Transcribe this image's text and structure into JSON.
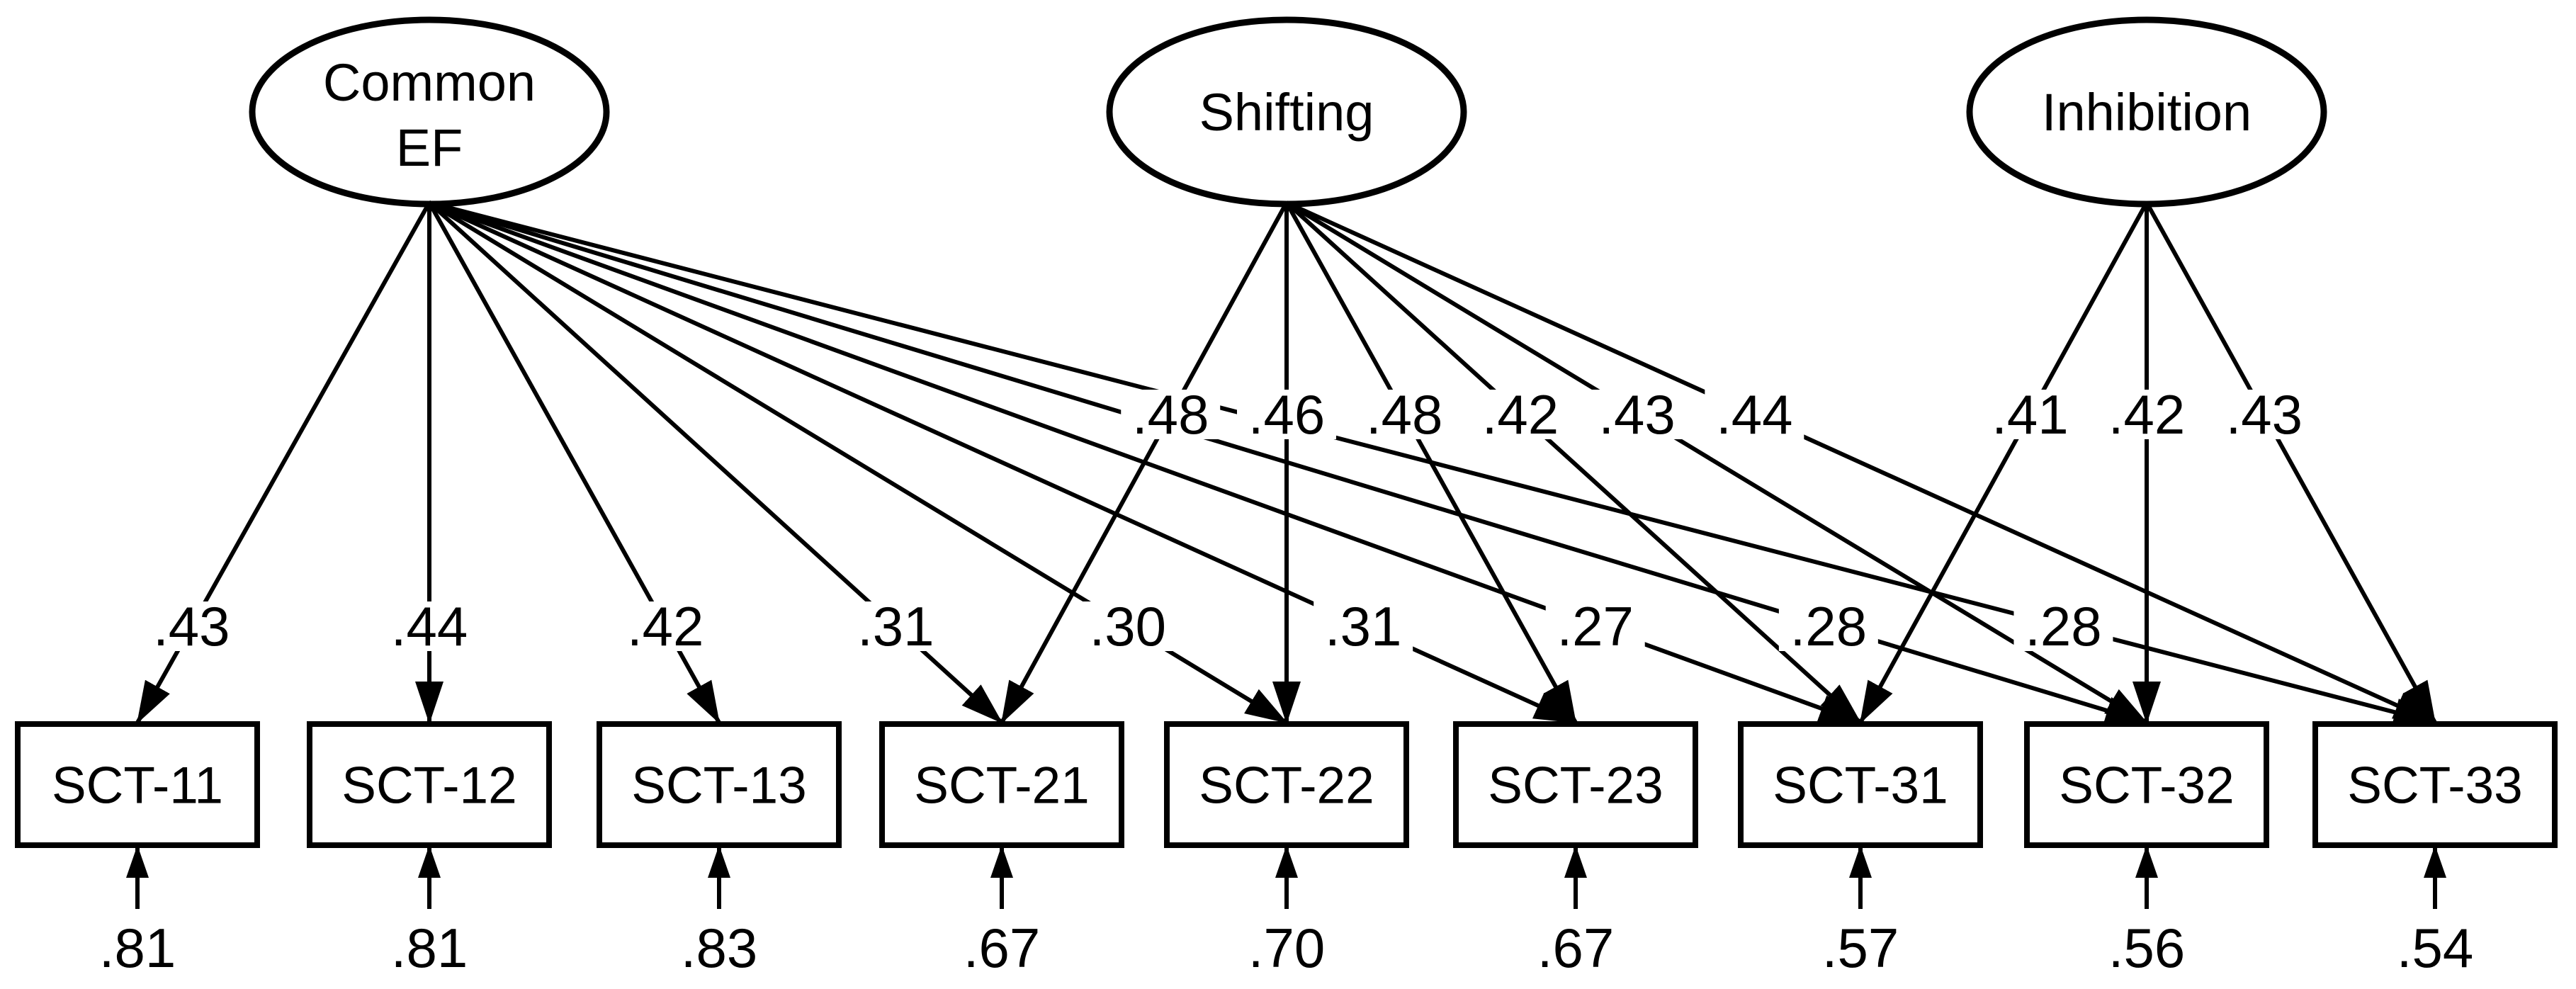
{
  "canvas": {
    "background": "#ffffff",
    "ink": "#000000"
  },
  "model": {
    "latent_factors": [
      {
        "id": "common_ef",
        "label_lines": [
          "Common",
          "EF"
        ]
      },
      {
        "id": "shifting",
        "label_lines": [
          "Shifting"
        ]
      },
      {
        "id": "inhibition",
        "label_lines": [
          "Inhibition"
        ]
      }
    ],
    "indicators": [
      {
        "id": "sct11",
        "label": "SCT-11",
        "residual": ".81"
      },
      {
        "id": "sct12",
        "label": "SCT-12",
        "residual": ".81"
      },
      {
        "id": "sct13",
        "label": "SCT-13",
        "residual": ".83"
      },
      {
        "id": "sct21",
        "label": "SCT-21",
        "residual": ".67"
      },
      {
        "id": "sct22",
        "label": "SCT-22",
        "residual": ".70"
      },
      {
        "id": "sct23",
        "label": "SCT-23",
        "residual": ".67"
      },
      {
        "id": "sct31",
        "label": "SCT-31",
        "residual": ".57"
      },
      {
        "id": "sct32",
        "label": "SCT-32",
        "residual": ".56"
      },
      {
        "id": "sct33",
        "label": "SCT-33",
        "residual": ".54"
      }
    ],
    "loadings": [
      {
        "from": "common_ef",
        "to": "sct11",
        "value": ".43"
      },
      {
        "from": "common_ef",
        "to": "sct12",
        "value": ".44"
      },
      {
        "from": "common_ef",
        "to": "sct13",
        "value": ".42"
      },
      {
        "from": "common_ef",
        "to": "sct21",
        "value": ".31"
      },
      {
        "from": "common_ef",
        "to": "sct22",
        "value": ".30"
      },
      {
        "from": "common_ef",
        "to": "sct23",
        "value": ".31"
      },
      {
        "from": "common_ef",
        "to": "sct31",
        "value": ".27"
      },
      {
        "from": "common_ef",
        "to": "sct32",
        "value": ".28"
      },
      {
        "from": "common_ef",
        "to": "sct33",
        "value": ".28"
      },
      {
        "from": "shifting",
        "to": "sct21",
        "value": ".48"
      },
      {
        "from": "shifting",
        "to": "sct22",
        "value": ".46"
      },
      {
        "from": "shifting",
        "to": "sct23",
        "value": ".48"
      },
      {
        "from": "shifting",
        "to": "sct31",
        "value": ".42"
      },
      {
        "from": "shifting",
        "to": "sct32",
        "value": ".43"
      },
      {
        "from": "shifting",
        "to": "sct33",
        "value": ".44"
      },
      {
        "from": "inhibition",
        "to": "sct31",
        "value": ".41"
      },
      {
        "from": "inhibition",
        "to": "sct32",
        "value": ".42"
      },
      {
        "from": "inhibition",
        "to": "sct33",
        "value": ".43"
      }
    ]
  }
}
